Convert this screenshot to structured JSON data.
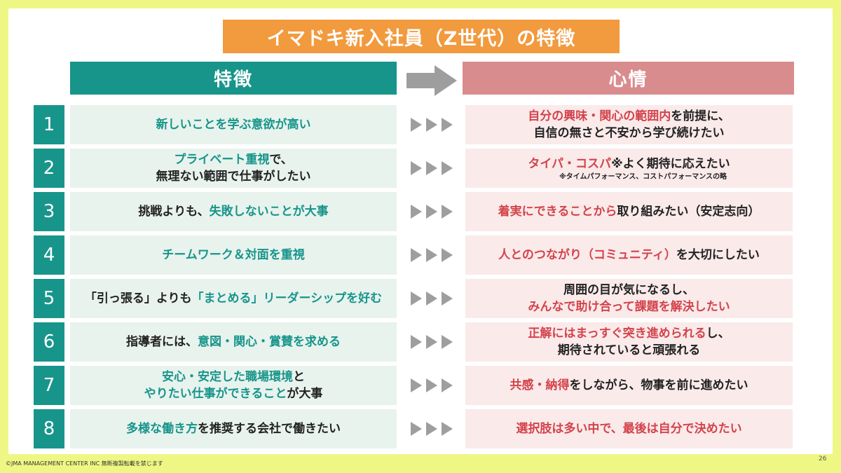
{
  "title": "イマドキ新入社員（Z世代）の特徴",
  "headers": {
    "left": "特徴",
    "right": "心情"
  },
  "rows": [
    {
      "num": "1",
      "feat_lines": [
        [
          {
            "t": "新しいことを学ぶ意欲が高い",
            "c": "t"
          }
        ]
      ],
      "emo_lines": [
        [
          {
            "t": "自分の興味・関心の範囲内",
            "c": "r"
          },
          {
            "t": "を前提に、",
            "c": ""
          }
        ],
        [
          {
            "t": "自信の無さと不安から学び続けたい",
            "c": ""
          }
        ]
      ]
    },
    {
      "num": "2",
      "feat_lines": [
        [
          {
            "t": "プライベート重視",
            "c": "t"
          },
          {
            "t": "で、",
            "c": ""
          }
        ],
        [
          {
            "t": "無理ない範囲で仕事がしたい",
            "c": ""
          }
        ]
      ],
      "emo_lines": [
        [
          {
            "t": "タイパ・コスパ",
            "c": "r"
          },
          {
            "t": "※よく期待に応えたい",
            "c": ""
          }
        ]
      ],
      "emo_note": "※タイムパフォーマンス、コストパフォーマンスの略"
    },
    {
      "num": "3",
      "feat_lines": [
        [
          {
            "t": "挑戦よりも、",
            "c": ""
          },
          {
            "t": "失敗しないことが大事",
            "c": "t"
          }
        ]
      ],
      "emo_lines": [
        [
          {
            "t": "着実にできることから",
            "c": "r"
          },
          {
            "t": "取り組みたい（安定志向）",
            "c": ""
          }
        ]
      ]
    },
    {
      "num": "4",
      "feat_lines": [
        [
          {
            "t": "チームワーク＆対面を重視",
            "c": "t"
          }
        ]
      ],
      "emo_lines": [
        [
          {
            "t": "人とのつながり（コミュニティ）",
            "c": "r"
          },
          {
            "t": "を大切にしたい",
            "c": ""
          }
        ]
      ]
    },
    {
      "num": "5",
      "feat_lines": [
        [
          {
            "t": "「引っ張る」よりも",
            "c": ""
          },
          {
            "t": "「まとめる」リーダーシップを好む",
            "c": "t"
          }
        ]
      ],
      "emo_lines": [
        [
          {
            "t": "周囲の目が気になるし、",
            "c": ""
          }
        ],
        [
          {
            "t": "みんなで助け合って課題を解決したい",
            "c": "r"
          }
        ]
      ]
    },
    {
      "num": "6",
      "feat_lines": [
        [
          {
            "t": "指導者には、",
            "c": ""
          },
          {
            "t": "意図・関心・賞賛を求める",
            "c": "t"
          }
        ]
      ],
      "emo_lines": [
        [
          {
            "t": "正解にはまっすぐ突き進められる",
            "c": "r"
          },
          {
            "t": "し、",
            "c": ""
          }
        ],
        [
          {
            "t": "期待されていると頑張れる",
            "c": ""
          }
        ]
      ]
    },
    {
      "num": "7",
      "feat_lines": [
        [
          {
            "t": "安心・安定した職場環境",
            "c": "t"
          },
          {
            "t": "と",
            "c": ""
          }
        ],
        [
          {
            "t": "やりたい仕事ができること",
            "c": "t"
          },
          {
            "t": "が大事",
            "c": ""
          }
        ]
      ],
      "emo_lines": [
        [
          {
            "t": "共感・納得",
            "c": "r"
          },
          {
            "t": "をしながら、物事を前に進めたい",
            "c": ""
          }
        ]
      ]
    },
    {
      "num": "8",
      "feat_lines": [
        [
          {
            "t": "多様な働き方",
            "c": "t"
          },
          {
            "t": "を推奨する会社で働きたい",
            "c": ""
          }
        ]
      ],
      "emo_lines": [
        [
          {
            "t": "選択肢は多い中で、最後は自分で決めたい",
            "c": "r"
          }
        ]
      ]
    }
  ],
  "footer": {
    "copyright": "©JMA MANAGEMENT CENTER INC  無断複製転載を禁じます",
    "page": "26"
  },
  "colors": {
    "teal": "#17958b",
    "red": "#d3434b",
    "orange": "#f29a3e",
    "pink_header": "#d98c8e",
    "background": "#eef783"
  },
  "icons": {
    "header_arrow": "right-arrow-icon",
    "row_arrows": "triple-triangle-icon"
  }
}
